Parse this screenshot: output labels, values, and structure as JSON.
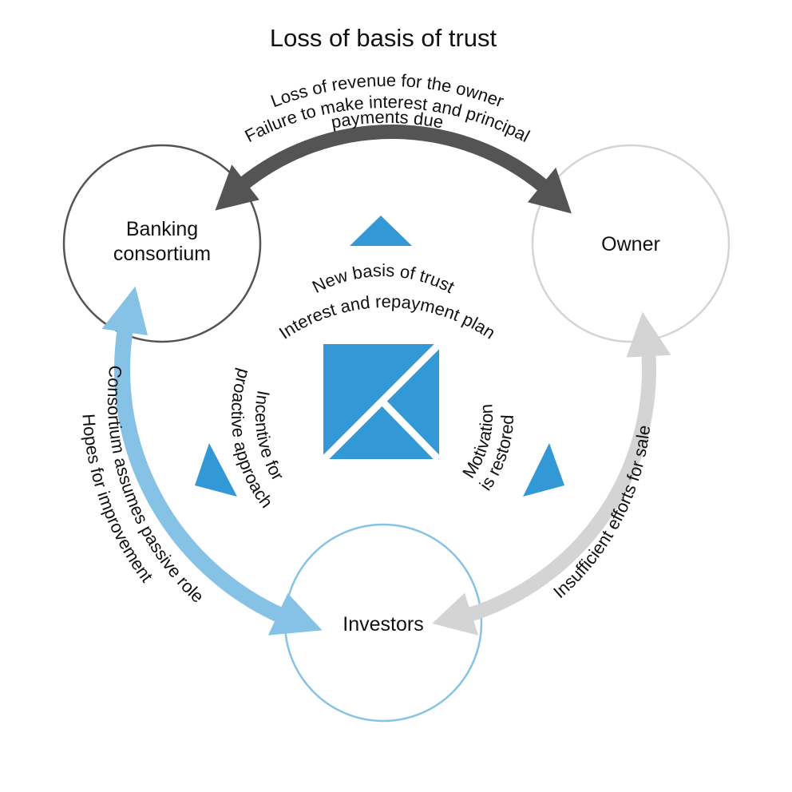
{
  "title": "Loss of basis of trust",
  "nodes": {
    "banking": {
      "line1": "Banking",
      "line2": "consortium"
    },
    "owner": "Owner",
    "investors": "Investors"
  },
  "top_text": {
    "line1": "Loss of revenue for the owner",
    "line2": "Failure to make interest and principal",
    "line3": "payments due"
  },
  "center_text": {
    "line1": "New basis of trust",
    "line2": "Interest and repayment plan"
  },
  "left_inner_text": {
    "line1": "Incentive for",
    "line2": "proactive approach"
  },
  "right_inner_text": {
    "line1": "Motivation",
    "line2": "is restored"
  },
  "left_outer_text": {
    "line1": "Consortium assumes passive role",
    "line2": "Hopes for improvement"
  },
  "right_outer_text": {
    "line1": "Insufficient efforts for sale"
  },
  "colors": {
    "dark_arrow": "#545454",
    "blue_arrow": "#86c2e6",
    "gray_arrow": "#d4d4d4",
    "accent": "#3399d6",
    "banking_circle": "#545454",
    "owner_circle": "#d4d4d4",
    "investors_circle": "#86c2e6"
  }
}
